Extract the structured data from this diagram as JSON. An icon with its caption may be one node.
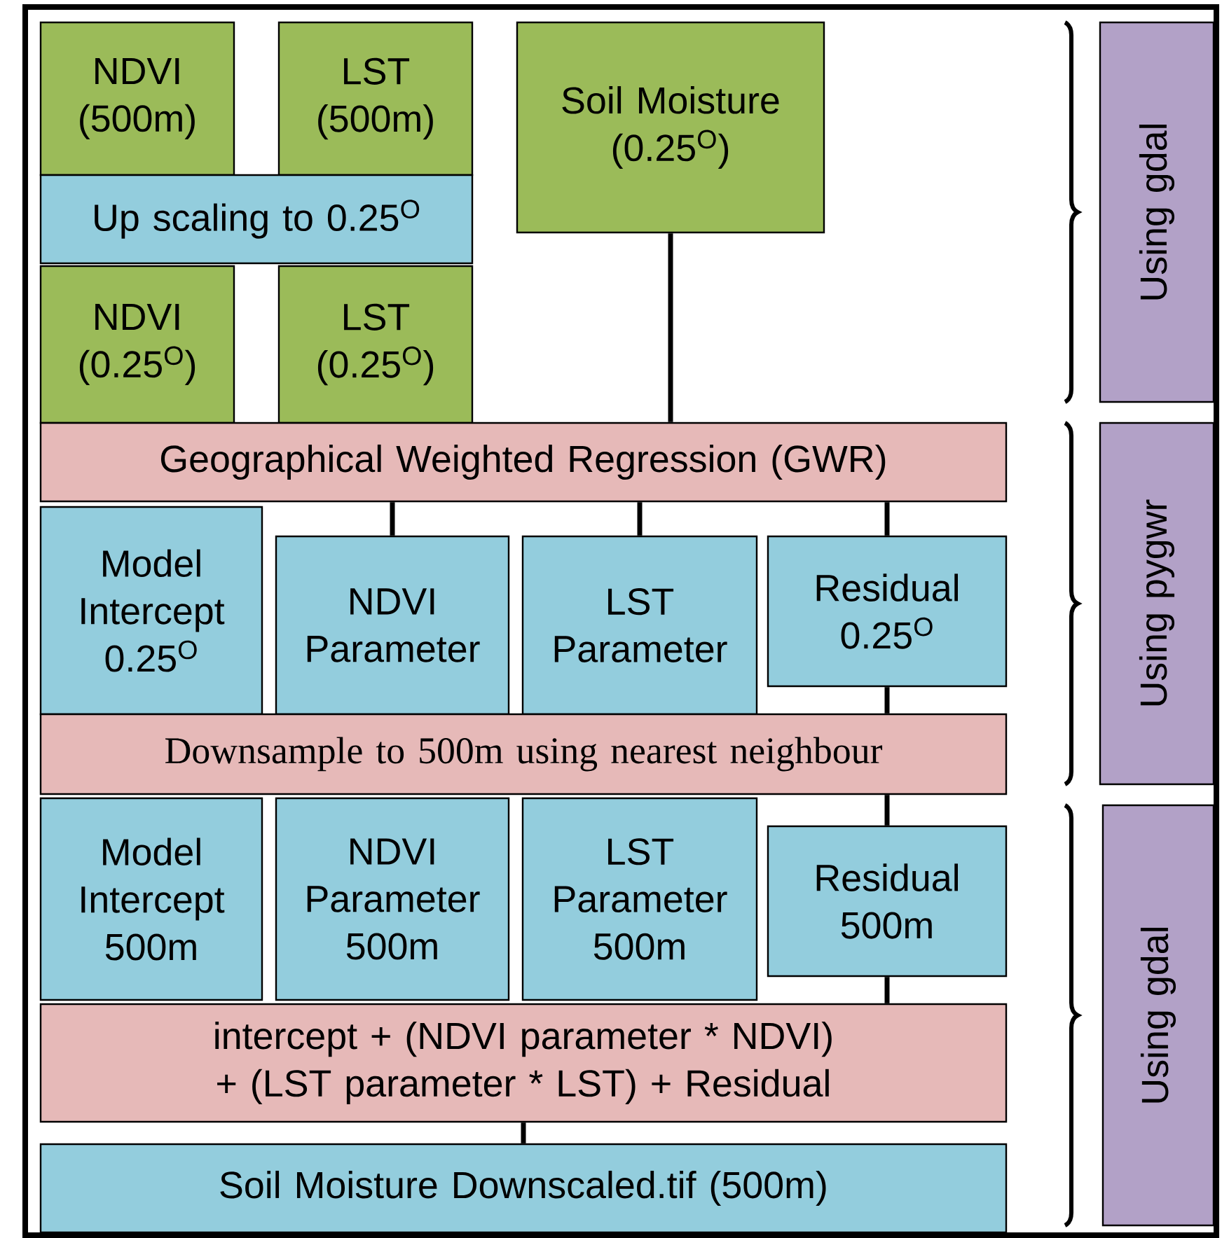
{
  "diagram": {
    "nodes": [
      {
        "text": [
          "NDVI (500m)"
        ]
      },
      {
        "text": [
          "LST (500m)"
        ]
      },
      {
        "text": [
          "Soil Moisture (0.25$^{O}$)"
        ]
      },
      {
        "text": [
          "Up scaling to 0.25$^{O}$"
        ]
      },
      {
        "text": [
          "NDVI (0.25$^{O}$)"
        ]
      },
      {
        "text": [
          "LST (0.25$^{O}$)"
        ]
      },
      {
        "text": [
          "Geographical Weighted Regression (GWR)"
        ]
      },
      {
        "text": [
          "Model Intercept 0.25$^{O}$"
        ]
      },
      {
        "text": [
          "NDVI Parameter"
        ]
      },
      {
        "text": [
          "LST Parameter"
        ]
      },
      {
        "text": [
          "Residual 0.25$^{O}$"
        ]
      },
      {
        "text": [
          "Downsample to 500m using nearest neighbour"
        ]
      },
      {
        "text": [
          "Model Intercept 500m"
        ]
      },
      {
        "text": [
          "NDVI Parameter 500m"
        ]
      },
      {
        "text": [
          "LST Parameter 500m"
        ]
      },
      {
        "text": [
          "Residual 500m"
        ]
      },
      {
        "text": [
          "intercept + (NDVI parameter * NDVI) + (LST parameter * LST) + Residual"
        ]
      },
      {
        "text": [
          "Soil Moisture Downscaled.tif (500m)"
        ]
      },
      {
        "text": [
          "Using gdal"
        ]
      },
      {
        "text": [
          "Using pygwr"
        ]
      },
      {
        "text": [
          "Using gdal"
        ]
      }
    ],
    "edges": [
      {
        "from": 2,
        "to": 6,
        "arrow": "none"
      },
      {
        "from": 6,
        "to": 8,
        "arrow": "none"
      },
      {
        "from": 6,
        "to": 9,
        "arrow": "none"
      },
      {
        "from": 6,
        "to": 10,
        "arrow": "none"
      },
      {
        "from": 10,
        "to": 11,
        "arrow": "none"
      },
      {
        "from": 11,
        "to": 15,
        "arrow": "none"
      },
      {
        "from": 15,
        "to": 16,
        "arrow": "none"
      },
      {
        "from": 16,
        "to": 17,
        "arrow": "none"
      }
    ]
  }
}
